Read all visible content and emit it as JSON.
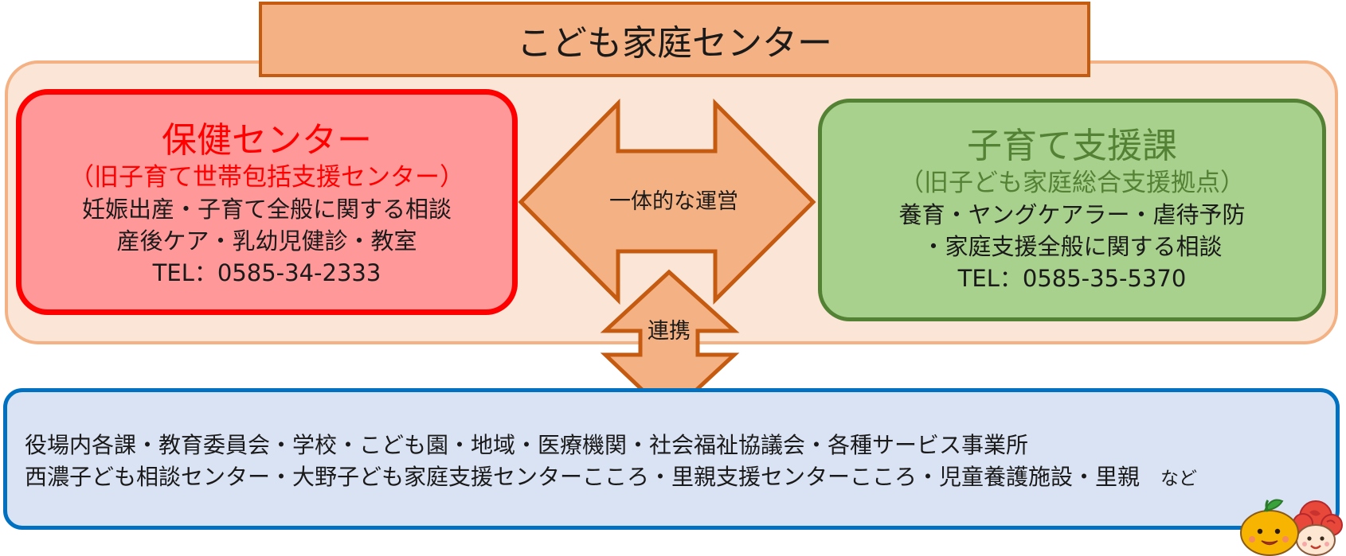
{
  "title": "こども家庭センター",
  "left_box": {
    "title": "保健センター",
    "subtitle": "（旧子育て世帯包括支援センター）",
    "lines": [
      "妊娠出産・子育て全般に関する相談",
      "産後ケア・乳幼児健診・教室"
    ],
    "tel": "TEL：0585-34-2333"
  },
  "right_box": {
    "title": "子育て支援課",
    "subtitle": "（旧子ども家庭総合支援拠点）",
    "lines": [
      "養育・ヤングケアラー・虐待予防",
      "・家庭支援全般に関する相談"
    ],
    "tel": "TEL：0585-35-5370"
  },
  "arrows": {
    "horizontal_label": "一体的な運営",
    "vertical_label": "連携"
  },
  "bottom_box": {
    "line1": "役場内各課・教育委員会・学校・こども園・地域・医療機関・社会福祉協議会・各種サービス事業所",
    "line2": "西濃子ども相談センター・大野子ども家庭支援センターこころ・里親支援センターこころ・児童養護施設・里親",
    "suffix": "など"
  },
  "colors": {
    "outer_fill": "#fbe5d6",
    "outer_border": "#f4b183",
    "title_fill": "#f4b183",
    "title_border": "#c55a11",
    "left_fill": "#ff9999",
    "left_border": "#ff0000",
    "right_fill": "#a9d18e",
    "right_border": "#548235",
    "arrow_fill": "#f4b183",
    "arrow_border": "#c55a11",
    "bottom_fill": "#dae3f3",
    "bottom_border": "#0070c0"
  },
  "icons": {
    "mascot": "mascot-characters-icon"
  }
}
